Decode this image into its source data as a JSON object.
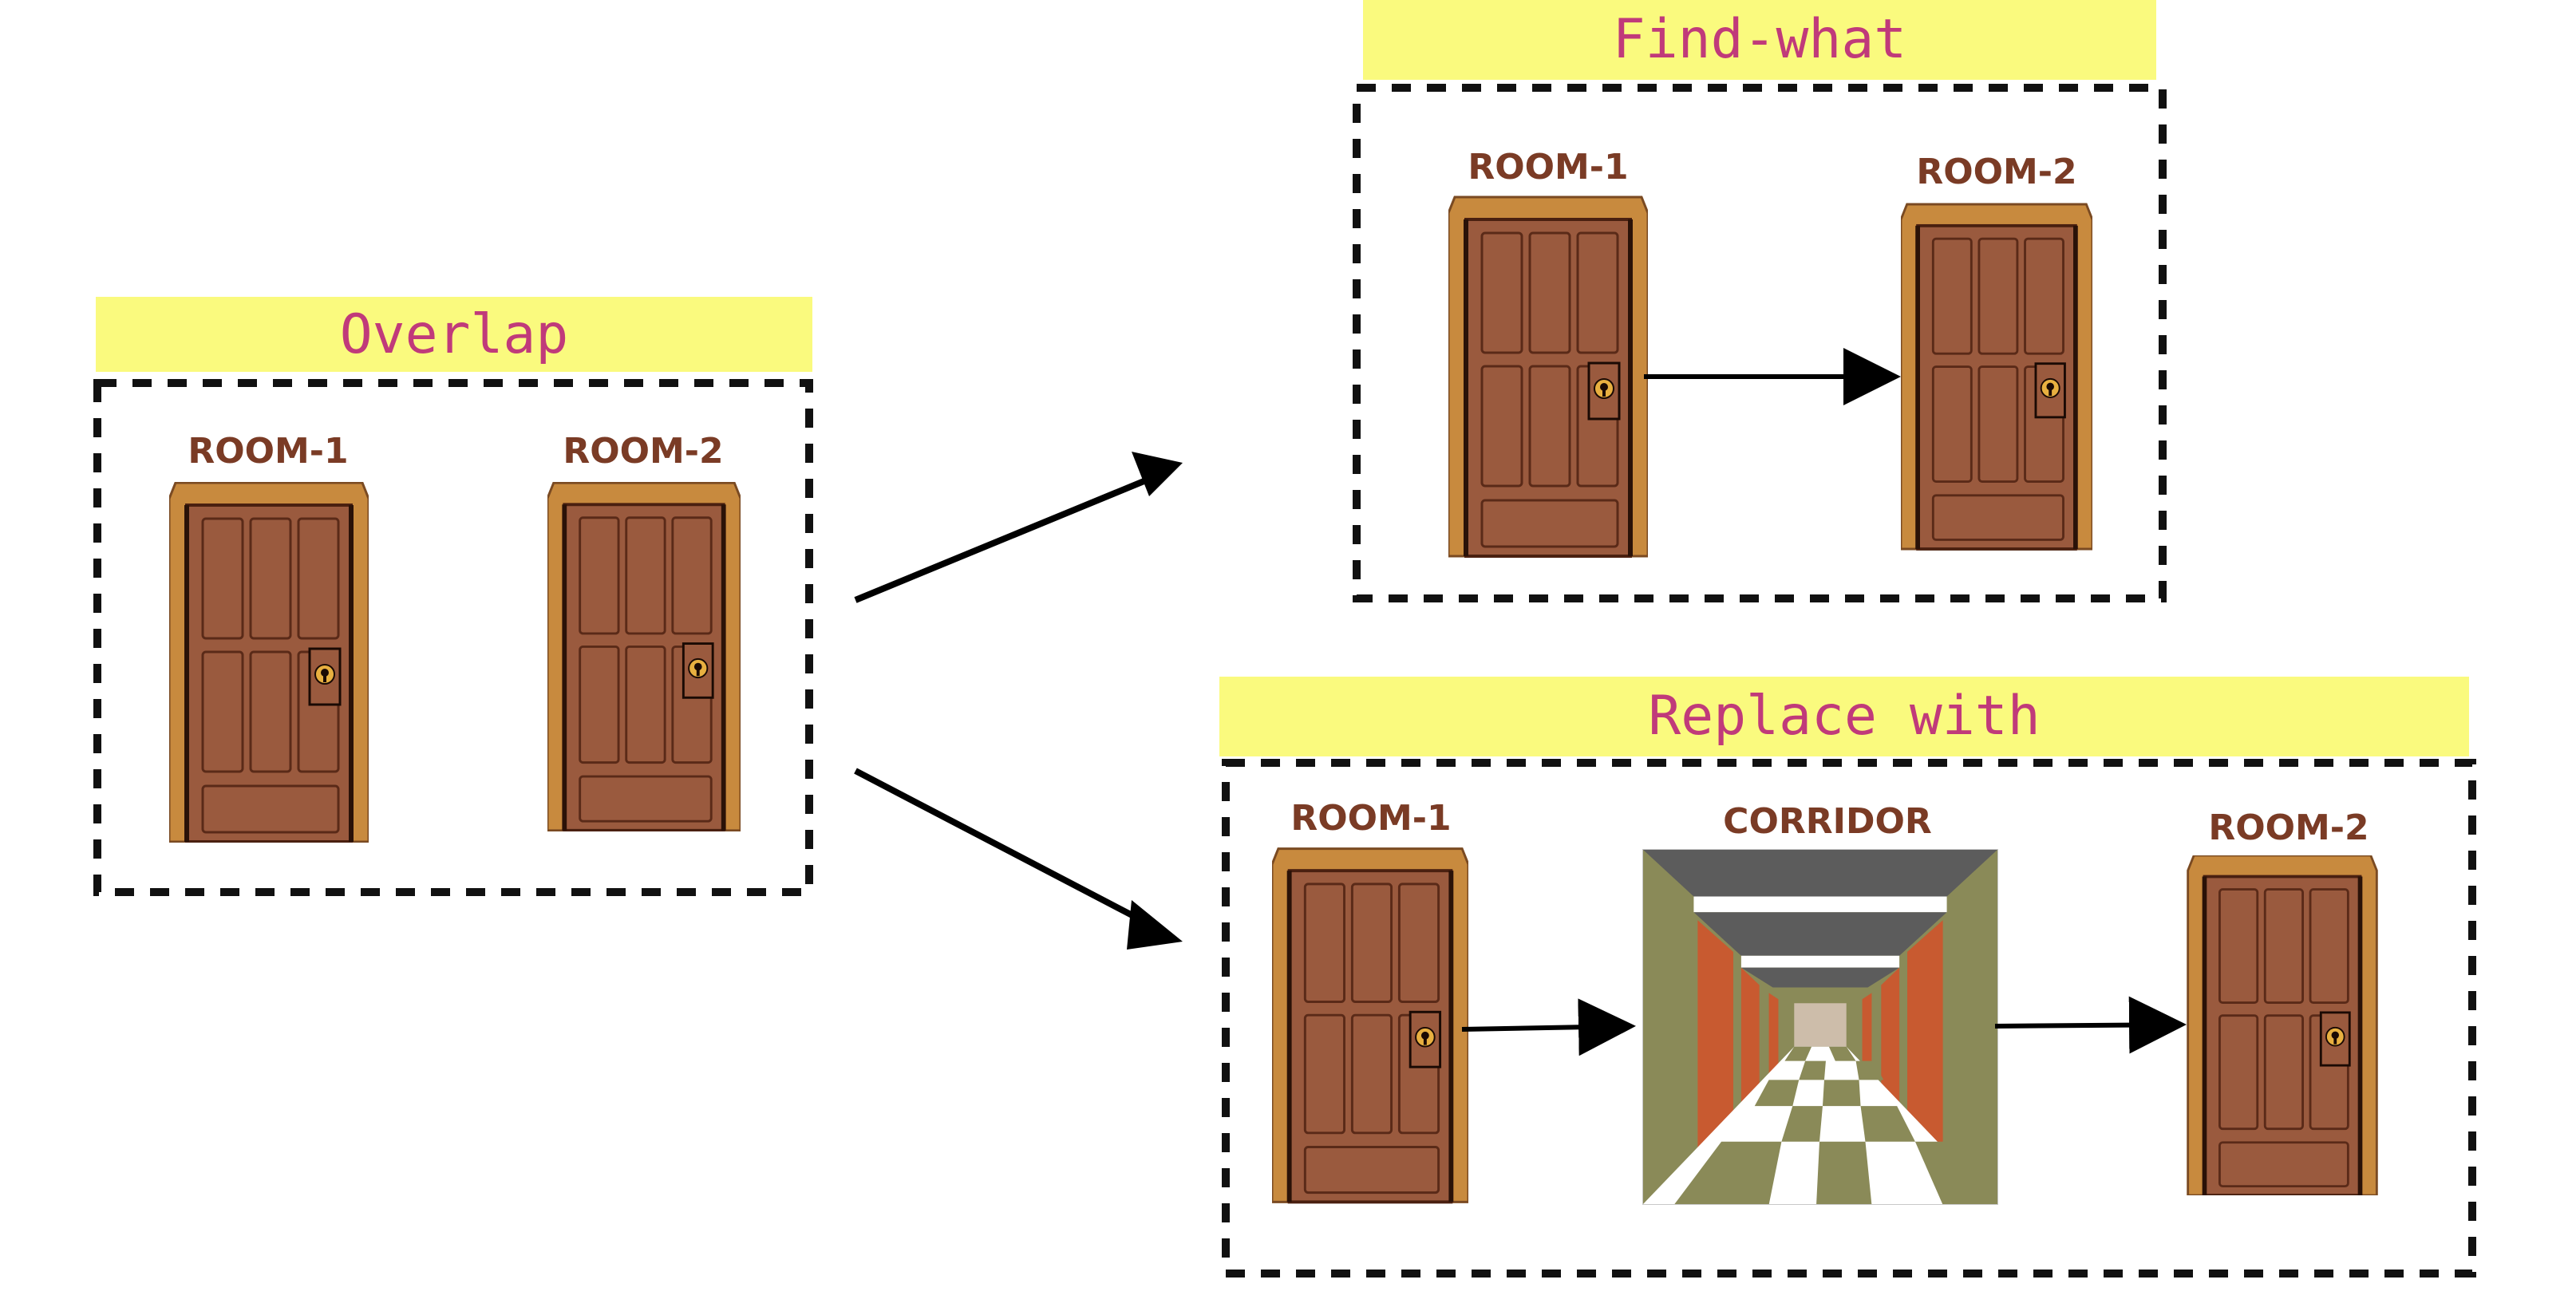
{
  "panels": {
    "overlap": {
      "title": "Overlap",
      "room1": "ROOM-1",
      "room2": "ROOM-2"
    },
    "find_what": {
      "title": "Find-what",
      "room1": "ROOM-1",
      "room2": "ROOM-2"
    },
    "replace_with": {
      "title": "Replace with",
      "room1": "ROOM-1",
      "corridor": "CORRIDOR",
      "room2": "ROOM-2"
    }
  },
  "colors": {
    "banner": "#fafa7e",
    "banner_text": "#c03a7a",
    "door": "#9a5a3e",
    "door_frame": "#c88a3e",
    "label": "#7a3b25"
  }
}
